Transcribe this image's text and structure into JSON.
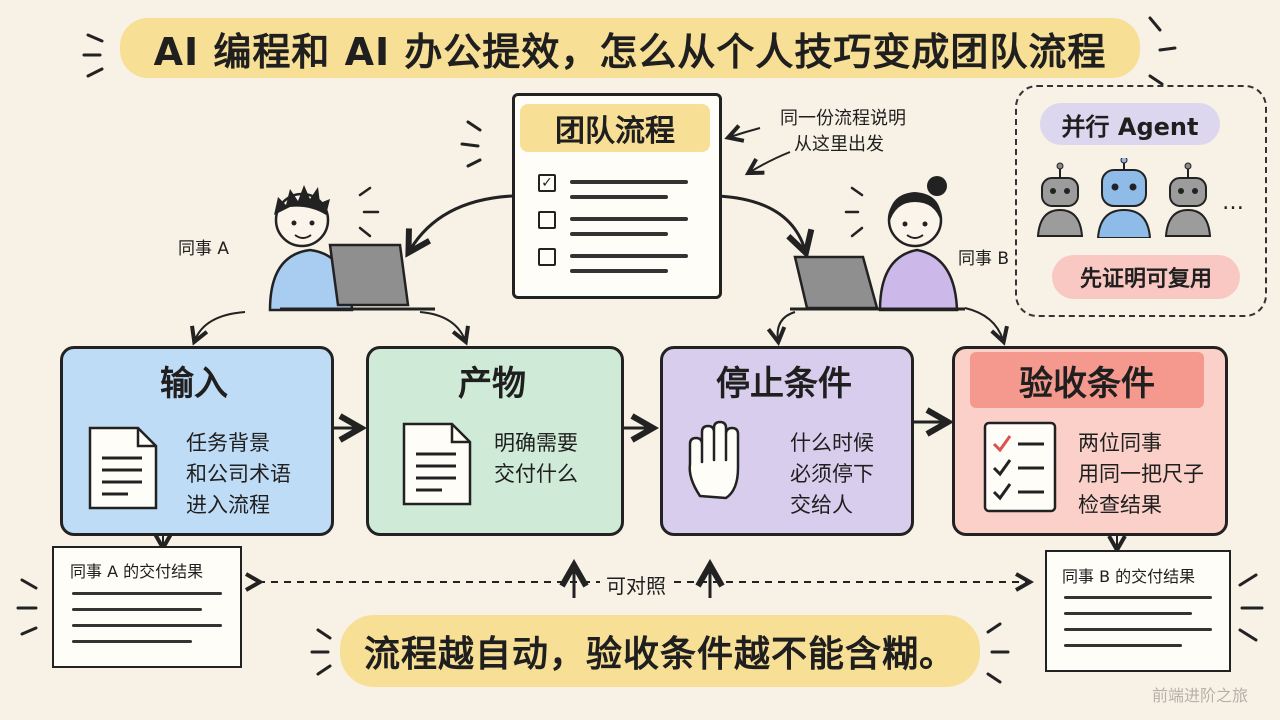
{
  "title": "AI 编程和 AI 办公提效，怎么从个人技巧变成团队流程",
  "process": {
    "title": "团队流程",
    "note": [
      "同一份流程说明",
      "从这里出发"
    ]
  },
  "people": {
    "a_label": "同事 A",
    "b_label": "同事 B"
  },
  "agents": {
    "title": "并行 Agent",
    "ellipsis": "…",
    "badge": "先证明可复用"
  },
  "cards": [
    {
      "title": "输入",
      "lines": [
        "任务背景",
        "和公司术语",
        "进入流程"
      ],
      "color": "#bfdcf6",
      "title_bg": ""
    },
    {
      "title": "产物",
      "lines": [
        "明确需要",
        "交付什么"
      ],
      "color": "#cfead6",
      "title_bg": ""
    },
    {
      "title": "停止条件",
      "lines": [
        "什么时候",
        "必须停下",
        "交给人"
      ],
      "color": "#d9cdee",
      "title_bg": ""
    },
    {
      "title": "验收条件",
      "lines": [
        "两位同事",
        "用同一把尺子",
        "检查结果"
      ],
      "color": "#fbd0c9",
      "title_bg": "#f5998e"
    }
  ],
  "results": {
    "a": "同事 A 的交付结果",
    "b": "同事 B 的交付结果",
    "compare": "可对照"
  },
  "bottom_banner": "流程越自动，验收条件越不能含糊。",
  "watermark": "前端进阶之旅",
  "colors": {
    "highlight": "#f8df96",
    "blue_card": "#bfdcf6",
    "green_card": "#cfead6",
    "purple_card": "#d9cdee",
    "red_card": "#fbd0c9",
    "red_title": "#f5998e",
    "agent_pill": "#dcd7ee",
    "badge_pill": "#f9c8c2",
    "check_red": "#d9534f"
  }
}
